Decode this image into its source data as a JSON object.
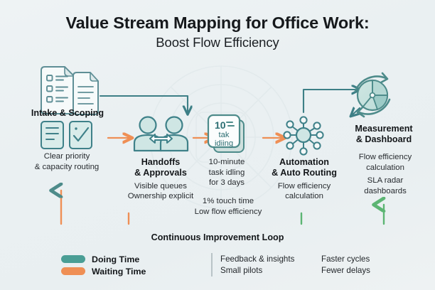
{
  "title": {
    "line1": "Value Stream Mapping for Office Work:",
    "line2": "Boost Flow Efficiency"
  },
  "colors": {
    "teal": "#4a9e95",
    "teal_dark": "#3d7f86",
    "orange": "#ef8f55",
    "green": "#5cb573",
    "ink": "#14171a",
    "background": "#eceff1"
  },
  "stages": [
    {
      "id": "intake",
      "icon": "documents-checklist-icon",
      "title": "Intake & Scoping",
      "sub": "Clear priority\n& capacity routing",
      "sub2": ""
    },
    {
      "id": "handoffs",
      "icon": "people-handoff-icon",
      "title": "Handoffs\n& Approvals",
      "sub": "Visible queues\nOwnership explicit",
      "sub2": ""
    },
    {
      "id": "idling",
      "icon": "stacked-card-icon",
      "title": "",
      "sub": "10-minute\ntask idling\nfor 3 days",
      "sub2": "1% touch time\nLow flow efficiency",
      "card": {
        "number": "10",
        "line1": "tak",
        "line2": "idiing"
      }
    },
    {
      "id": "automation",
      "icon": "network-hub-icon",
      "title": "Automation\n& Auto Routing",
      "sub": "Flow efficiency\ncalculation",
      "sub2": ""
    },
    {
      "id": "measurement",
      "icon": "pie-refresh-icon",
      "title": "Measurement\n& Dashboard",
      "sub": "Flow efficiency\ncalculation",
      "sub2": "SLA radar\ndashboards"
    }
  ],
  "loop": {
    "label": "Continuous Improvement Loop"
  },
  "legend": [
    {
      "label": "Doing Time",
      "color": "#4a9e95"
    },
    {
      "label": "Waiting Time",
      "color": "#ef8f55"
    }
  ],
  "footer": {
    "column_a": [
      "Feedback & insights",
      "Small pilots"
    ],
    "column_b": [
      "Faster cycles",
      "Fewer delays"
    ]
  }
}
